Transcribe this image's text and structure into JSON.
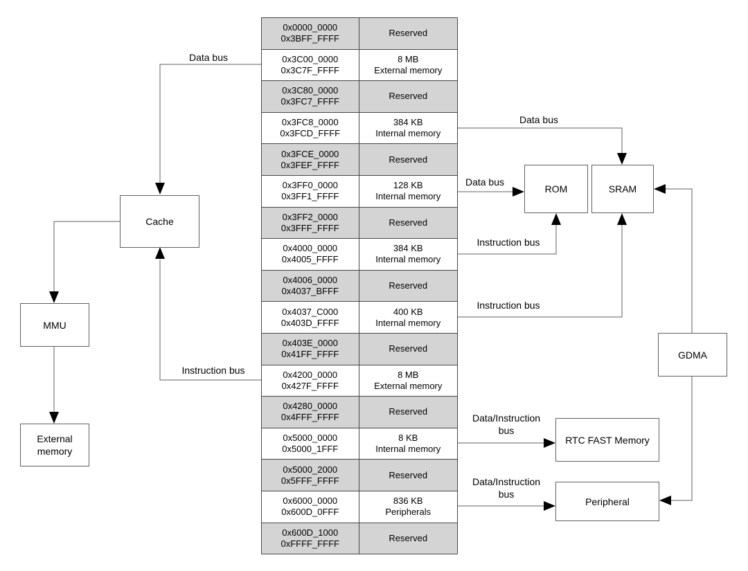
{
  "diagram": {
    "boxes": {
      "cache": "Cache",
      "mmu": "MMU",
      "external_memory": "External\nmemory",
      "rom": "ROM",
      "sram": "SRAM",
      "gdma": "GDMA",
      "rtc_fast": "RTC FAST Memory",
      "peripheral": "Peripheral"
    },
    "bus_labels": {
      "data_bus_cache": "Data bus",
      "instruction_bus_cache": "Instruction bus",
      "data_bus_sram": "Data bus",
      "data_bus_rom": "Data bus",
      "instruction_bus_rom": "Instruction bus",
      "instruction_bus_sram": "Instruction bus",
      "data_instruction_bus_rtc": "Data/Instruction\nbus",
      "data_instruction_bus_peripheral": "Data/Instruction\nbus"
    },
    "colors": {
      "reserved_fill": "#d4d4d4",
      "cell_fill": "#ffffff",
      "border": "#464646",
      "wire": "#5f5f5f",
      "arrow": "#000000"
    }
  },
  "memory_map": {
    "rows": [
      {
        "start": "0x0000_0000",
        "end": "0x3BFF_FFFF",
        "desc": "Reserved",
        "reserved": true
      },
      {
        "start": "0x3C00_0000",
        "end": "0x3C7F_FFFF",
        "desc": "8 MB\nExternal memory",
        "reserved": false
      },
      {
        "start": "0x3C80_0000",
        "end": "0x3FC7_FFFF",
        "desc": "Reserved",
        "reserved": true
      },
      {
        "start": "0x3FC8_0000",
        "end": "0x3FCD_FFFF",
        "desc": "384 KB\nInternal memory",
        "reserved": false
      },
      {
        "start": "0x3FCE_0000",
        "end": "0x3FEF_FFFF",
        "desc": "Reserved",
        "reserved": true
      },
      {
        "start": "0x3FF0_0000",
        "end": "0x3FF1_FFFF",
        "desc": "128 KB\nInternal memory",
        "reserved": false
      },
      {
        "start": "0x3FF2_0000",
        "end": "0x3FFF_FFFF",
        "desc": "Reserved",
        "reserved": true
      },
      {
        "start": "0x4000_0000",
        "end": "0x4005_FFFF",
        "desc": "384 KB\nInternal memory",
        "reserved": false
      },
      {
        "start": "0x4006_0000",
        "end": "0x4037_BFFF",
        "desc": "Reserved",
        "reserved": true
      },
      {
        "start": "0x4037_C000",
        "end": "0x403D_FFFF",
        "desc": "400 KB\nInternal memory",
        "reserved": false
      },
      {
        "start": "0x403E_0000",
        "end": "0x41FF_FFFF",
        "desc": "Reserved",
        "reserved": true
      },
      {
        "start": "0x4200_0000",
        "end": "0x427F_FFFF",
        "desc": "8 MB\nExternal memory",
        "reserved": false
      },
      {
        "start": "0x4280_0000",
        "end": "0x4FFF_FFFF",
        "desc": "Reserved",
        "reserved": true
      },
      {
        "start": "0x5000_0000",
        "end": "0x5000_1FFF",
        "desc": "8 KB\nInternal memory",
        "reserved": false
      },
      {
        "start": "0x5000_2000",
        "end": "0x5FFF_FFFF",
        "desc": "Reserved",
        "reserved": true
      },
      {
        "start": "0x6000_0000",
        "end": "0x600D_0FFF",
        "desc": "836 KB\nPeripherals",
        "reserved": false
      },
      {
        "start": "0x600D_1000",
        "end": "0xFFFF_FFFF",
        "desc": "Reserved",
        "reserved": true
      }
    ]
  }
}
